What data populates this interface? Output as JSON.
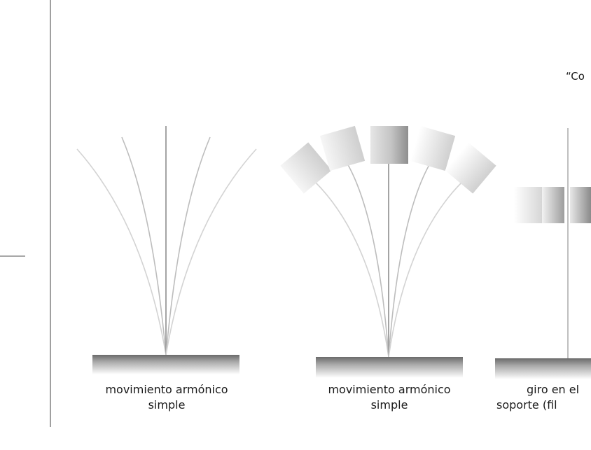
{
  "header": {
    "quote_fragment": "“Co"
  },
  "panels": [
    {
      "caption_line1": "movimiento armónico",
      "caption_line2": "simple"
    },
    {
      "caption_line1": "movimiento armónico",
      "caption_line2": "simple"
    },
    {
      "caption_line1": "giro en el",
      "caption_line2": "soporte (fil"
    }
  ],
  "colors": {
    "divider": "#9a9a9a",
    "stem_dark": "#9b9b9b",
    "stem_mid": "#b8b8b8",
    "stem_light": "#d0d0d0",
    "base_top": "#6e6e6e",
    "base_bottom": "#ffffff"
  }
}
